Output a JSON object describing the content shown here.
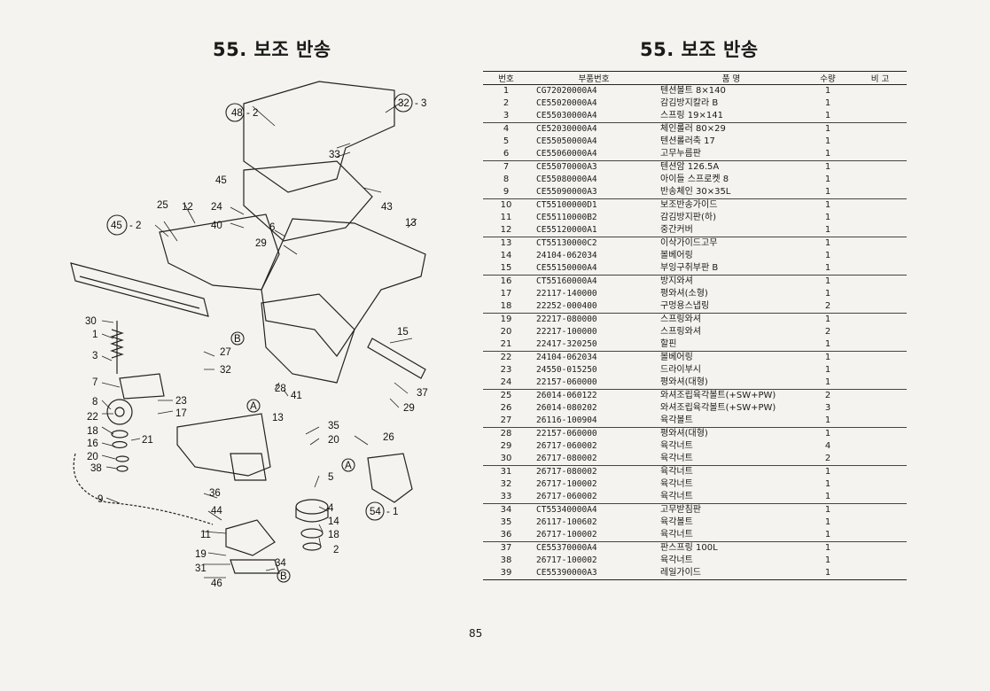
{
  "left": {
    "title": "55. 보조 반송"
  },
  "right": {
    "title": "55. 보조 반송"
  },
  "table": {
    "headers": {
      "no": "번호",
      "part_no": "부품번호",
      "name": "품     명",
      "qty": "수량",
      "remark": "비  고"
    },
    "rows": [
      {
        "no": "1",
        "part_no": "CG72020000A4",
        "name": "텐션볼트 8×140",
        "qty": "1"
      },
      {
        "no": "2",
        "part_no": "CE55020000A4",
        "name": "감김방지칼라 B",
        "qty": "1"
      },
      {
        "no": "3",
        "part_no": "CE55030000A4",
        "name": "스프링 19×141",
        "qty": "1"
      },
      {
        "no": "4",
        "part_no": "CE52030000A4",
        "name": "체인롤러 80×29",
        "qty": "1"
      },
      {
        "no": "5",
        "part_no": "CE55050000A4",
        "name": "텐션롤러축 17",
        "qty": "1"
      },
      {
        "no": "6",
        "part_no": "CE55060000A4",
        "name": "고무누름판",
        "qty": "1"
      },
      {
        "no": "7",
        "part_no": "CE55070000A3",
        "name": "텐션암 126.5A",
        "qty": "1"
      },
      {
        "no": "8",
        "part_no": "CE55080000A4",
        "name": "아이들 스프로켓 8",
        "qty": "1"
      },
      {
        "no": "9",
        "part_no": "CE55090000A3",
        "name": "반송체인 30×35L",
        "qty": "1"
      },
      {
        "no": "10",
        "part_no": "CT55100000D1",
        "name": "보조반송가이드",
        "qty": "1"
      },
      {
        "no": "11",
        "part_no": "CE55110000B2",
        "name": "감김방지판(하)",
        "qty": "1"
      },
      {
        "no": "12",
        "part_no": "CE55120000A1",
        "name": "중간커버",
        "qty": "1"
      },
      {
        "no": "13",
        "part_no": "CT55130000C2",
        "name": "이삭가이드고무",
        "qty": "1"
      },
      {
        "no": "14",
        "part_no": "24104-062034",
        "name": "볼베어링",
        "qty": "1"
      },
      {
        "no": "15",
        "part_no": "CE55150000A4",
        "name": "부잉구취부판 B",
        "qty": "1"
      },
      {
        "no": "16",
        "part_no": "CT55160000A4",
        "name": "방지와셔",
        "qty": "1"
      },
      {
        "no": "17",
        "part_no": "22117-140000",
        "name": "평와셔(소형)",
        "qty": "1"
      },
      {
        "no": "18",
        "part_no": "22252-000400",
        "name": "구멍용스냅링",
        "qty": "2"
      },
      {
        "no": "19",
        "part_no": "22217-080000",
        "name": "스프링와셔",
        "qty": "1"
      },
      {
        "no": "20",
        "part_no": "22217-100000",
        "name": "스프링와셔",
        "qty": "2"
      },
      {
        "no": "21",
        "part_no": "22417-320250",
        "name": "할핀",
        "qty": "1"
      },
      {
        "no": "22",
        "part_no": "24104-062034",
        "name": "볼베어링",
        "qty": "1"
      },
      {
        "no": "23",
        "part_no": "24550-015250",
        "name": "드라이부시",
        "qty": "1"
      },
      {
        "no": "24",
        "part_no": "22157-060000",
        "name": "평와셔(대형)",
        "qty": "1"
      },
      {
        "no": "25",
        "part_no": "26014-060122",
        "name": "와셔조립육각볼트(+SW+PW)",
        "qty": "2"
      },
      {
        "no": "26",
        "part_no": "26014-080202",
        "name": "와셔조립육각볼트(+SW+PW)",
        "qty": "3"
      },
      {
        "no": "27",
        "part_no": "26116-100904",
        "name": "육각볼트",
        "qty": "1"
      },
      {
        "no": "28",
        "part_no": "22157-060000",
        "name": "평와셔(대형)",
        "qty": "1"
      },
      {
        "no": "29",
        "part_no": "26717-060002",
        "name": "육각너트",
        "qty": "4"
      },
      {
        "no": "30",
        "part_no": "26717-080002",
        "name": "육각너트",
        "qty": "2"
      },
      {
        "no": "31",
        "part_no": "26717-080002",
        "name": "육각너트",
        "qty": "1"
      },
      {
        "no": "32",
        "part_no": "26717-100002",
        "name": "육각너트",
        "qty": "1"
      },
      {
        "no": "33",
        "part_no": "26717-060002",
        "name": "육각너트",
        "qty": "1"
      },
      {
        "no": "34",
        "part_no": "CT55340000A4",
        "name": "고무받침판",
        "qty": "1"
      },
      {
        "no": "35",
        "part_no": "26117-100602",
        "name": "육각볼트",
        "qty": "1"
      },
      {
        "no": "36",
        "part_no": "26717-100002",
        "name": "육각너트",
        "qty": "1"
      },
      {
        "no": "37",
        "part_no": "CE55370000A4",
        "name": "판스프링 100L",
        "qty": "1"
      },
      {
        "no": "38",
        "part_no": "26717-100002",
        "name": "육각너트",
        "qty": "1"
      },
      {
        "no": "39",
        "part_no": "CE55390000A3",
        "name": "레일가이드",
        "qty": "1"
      }
    ]
  },
  "diagram": {
    "labels": [
      {
        "id": "48",
        "text": "48",
        "circled": true,
        "suffix": "- 2"
      },
      {
        "id": "32c",
        "text": "32",
        "circled": true,
        "suffix": "- 3"
      },
      {
        "id": "45c",
        "text": "45",
        "circled": true,
        "suffix": "- 2"
      },
      {
        "id": "54c",
        "text": "54",
        "circled": true,
        "suffix": "- 1"
      },
      {
        "id": "B1",
        "text": "B",
        "circled": true,
        "suffix": ""
      },
      {
        "id": "B2",
        "text": "B",
        "circled": true,
        "suffix": ""
      },
      {
        "id": "A1",
        "text": "A",
        "circled": true,
        "suffix": ""
      },
      {
        "id": "A2",
        "text": "A",
        "circled": true,
        "suffix": ""
      },
      {
        "id": "n33",
        "text": "33"
      },
      {
        "id": "n45",
        "text": "45"
      },
      {
        "id": "n43",
        "text": "43"
      },
      {
        "id": "n13a",
        "text": "13"
      },
      {
        "id": "n25",
        "text": "25"
      },
      {
        "id": "n12",
        "text": "12"
      },
      {
        "id": "n24",
        "text": "24"
      },
      {
        "id": "n40",
        "text": "40"
      },
      {
        "id": "n6",
        "text": "6"
      },
      {
        "id": "n29a",
        "text": "29"
      },
      {
        "id": "n30",
        "text": "30"
      },
      {
        "id": "n1",
        "text": "1"
      },
      {
        "id": "n3",
        "text": "3"
      },
      {
        "id": "n27",
        "text": "27"
      },
      {
        "id": "n32",
        "text": "32"
      },
      {
        "id": "n15",
        "text": "15"
      },
      {
        "id": "n7",
        "text": "7"
      },
      {
        "id": "n28",
        "text": "28"
      },
      {
        "id": "n41",
        "text": "41"
      },
      {
        "id": "n37",
        "text": "37"
      },
      {
        "id": "n29b",
        "text": "29"
      },
      {
        "id": "n8",
        "text": "8"
      },
      {
        "id": "n23",
        "text": "23"
      },
      {
        "id": "n17",
        "text": "17"
      },
      {
        "id": "n13b",
        "text": "13"
      },
      {
        "id": "n22",
        "text": "22"
      },
      {
        "id": "n18",
        "text": "18"
      },
      {
        "id": "n21",
        "text": "21"
      },
      {
        "id": "n16",
        "text": "16"
      },
      {
        "id": "n35",
        "text": "35"
      },
      {
        "id": "n20a",
        "text": "20"
      },
      {
        "id": "n26",
        "text": "26"
      },
      {
        "id": "n20b",
        "text": "20"
      },
      {
        "id": "n38",
        "text": "38"
      },
      {
        "id": "n5",
        "text": "5"
      },
      {
        "id": "n9",
        "text": "9"
      },
      {
        "id": "n36",
        "text": "36"
      },
      {
        "id": "n4",
        "text": "4"
      },
      {
        "id": "n44",
        "text": "44"
      },
      {
        "id": "n14",
        "text": "14"
      },
      {
        "id": "n11",
        "text": "11"
      },
      {
        "id": "n18b",
        "text": "18"
      },
      {
        "id": "n2",
        "text": "2"
      },
      {
        "id": "n19",
        "text": "19"
      },
      {
        "id": "n34",
        "text": "34"
      },
      {
        "id": "n31",
        "text": "31"
      },
      {
        "id": "n46",
        "text": "46"
      }
    ]
  },
  "page_number": "85"
}
